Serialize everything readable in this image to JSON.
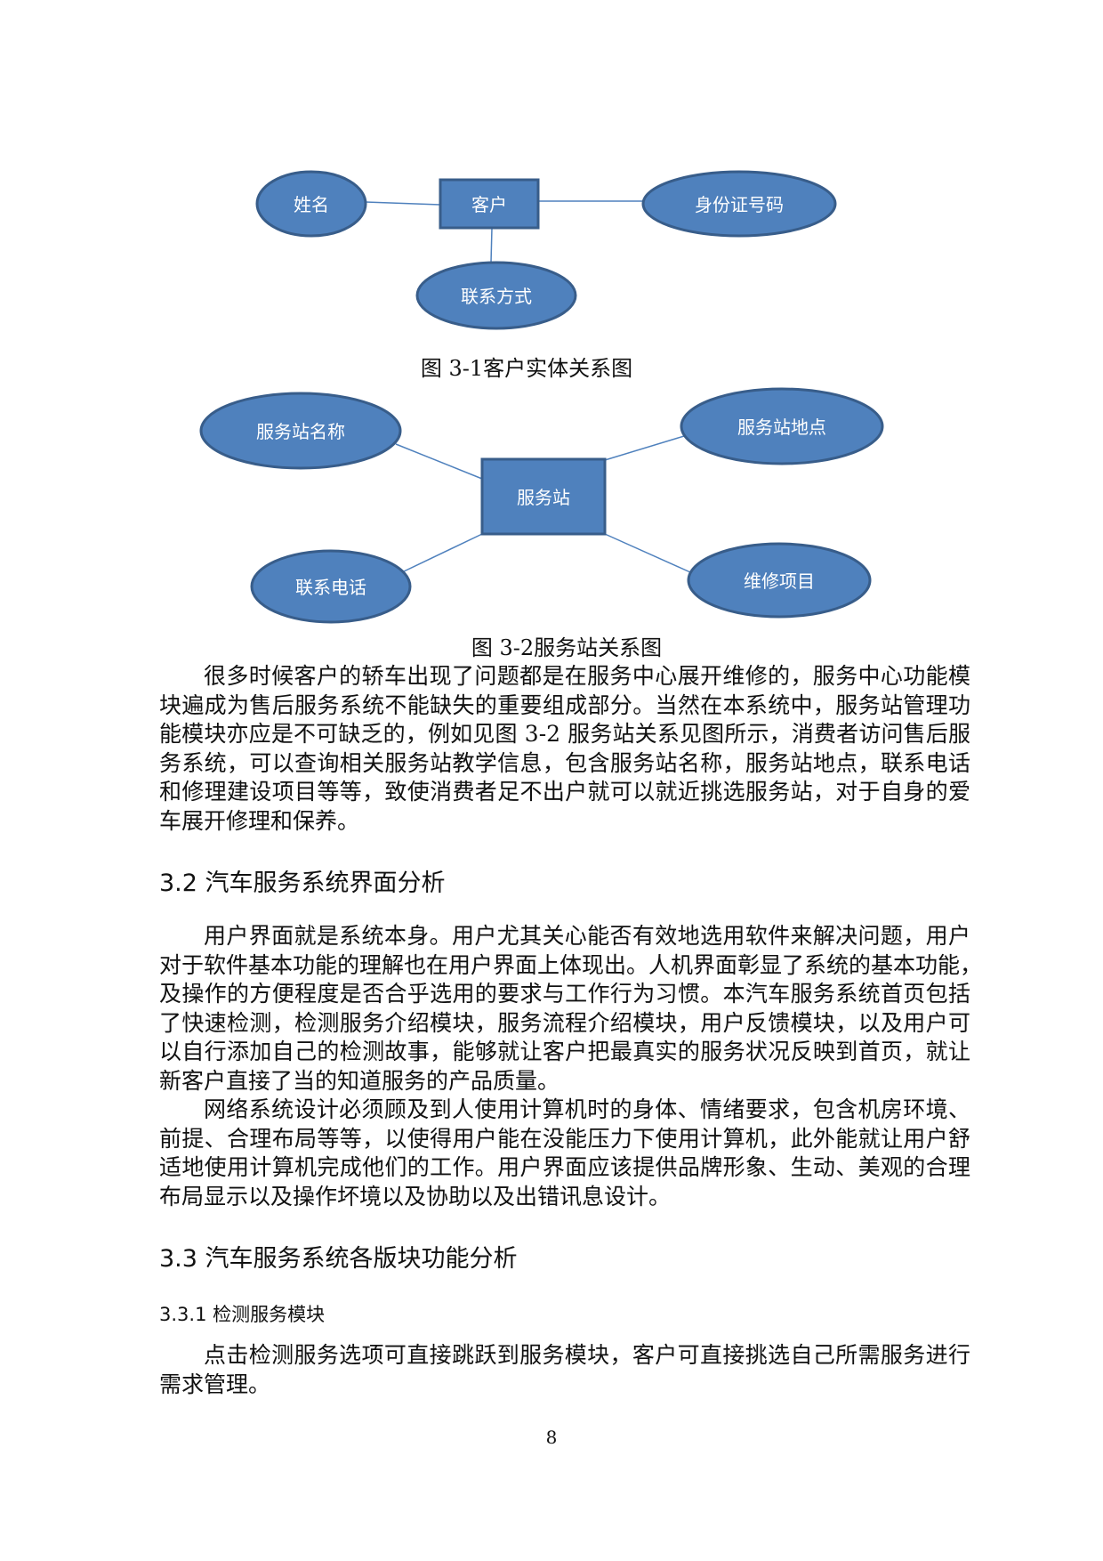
{
  "figure1": {
    "center": "客户",
    "attributes": [
      "姓名",
      "身份证号码",
      "联系方式"
    ],
    "caption": "图 3-1客户实体关系图"
  },
  "figure2": {
    "center": "服务站",
    "attributes": [
      "服务站名称",
      "服务站地点",
      "联系电话",
      "维修项目"
    ],
    "caption": "图 3-2服务站关系图"
  },
  "colors": {
    "node_fill": "#4f81bd",
    "node_stroke": "#385d8a",
    "connector": "#4f81bd"
  },
  "paragraph1": [
    "很多时候客户的轿车出现了问题都是在服务中心展开维修的，服务中心功能模",
    "块遍成为售后服务系统不能缺失的重要组成部分。当然在本系统中，服务站管理功",
    "能模块亦应是不可缺乏的，例如见图 3-2 服务站关系见图所示，消费者访问售后服",
    "务系统，可以查询相关服务站教学信息，包含服务站名称，服务站地点，联系电话",
    "和修理建设项目等等，致使消费者足不出户就可以就近挑选服务站，对于自身的爱",
    "车展开修理和保养。"
  ],
  "section_3_2": {
    "heading": "3.2 汽车服务系统界面分析",
    "paragraph1": [
      "用户界面就是系统本身。用户尤其关心能否有效地选用软件来解决问题，用户",
      "对于软件基本功能的理解也在用户界面上体现出。人机界面彰显了系统的基本功能，",
      "及操作的方便程度是否合乎选用的要求与工作行为习惯。本汽车服务系统首页包括",
      "了快速检测，检测服务介绍模块，服务流程介绍模块，用户反馈模块，以及用户可",
      "以自行添加自己的检测故事，能够就让客户把最真实的服务状况反映到首页，就让",
      "新客户直接了当的知道服务的产品质量。"
    ],
    "paragraph2": [
      "网络系统设计必须顾及到人使用计算机时的身体、情绪要求，包含机房环境、",
      "前提、合理布局等等，以使得用户能在没能压力下使用计算机，此外能就让用户舒",
      "适地使用计算机完成他们的工作。用户界面应该提供品牌形象、生动、美观的合理",
      "布局显示以及操作坏境以及协助以及出错讯息设计。"
    ]
  },
  "section_3_3": {
    "heading": "3.3 汽车服务系统各版块功能分析",
    "subheading": "3.3.1 检测服务模块",
    "paragraph": [
      "点击检测服务选项可直接跳跃到服务模块，客户可直接挑选自己所需服务进行",
      "需求管理。"
    ]
  },
  "page_number": "8"
}
